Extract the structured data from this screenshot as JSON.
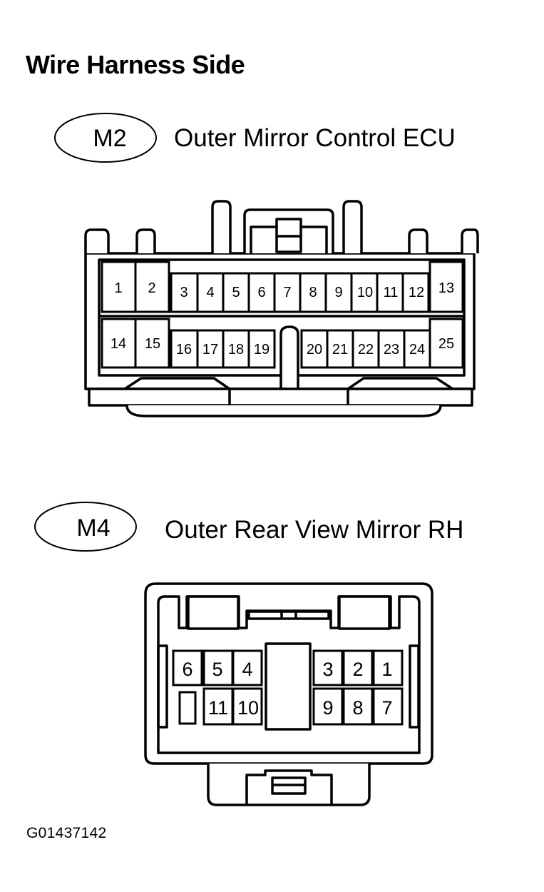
{
  "heading": "Wire Harness Side",
  "figure_id": "G01437142",
  "connectors": [
    {
      "code": "M2",
      "name": "Outer Mirror Control ECU",
      "pins_row1": [
        "1",
        "2",
        "3",
        "4",
        "5",
        "6",
        "7",
        "8",
        "9",
        "10",
        "11",
        "12",
        "13"
      ],
      "pins_row2": [
        "14",
        "15",
        "16",
        "17",
        "18",
        "19",
        "20",
        "21",
        "22",
        "23",
        "24",
        "25"
      ]
    },
    {
      "code": "M4",
      "name": "Outer Rear View Mirror RH",
      "pins_row1": [
        "6",
        "5",
        "4",
        "3",
        "2",
        "1"
      ],
      "pins_row2": [
        "11",
        "10",
        "9",
        "8",
        "7"
      ]
    }
  ]
}
